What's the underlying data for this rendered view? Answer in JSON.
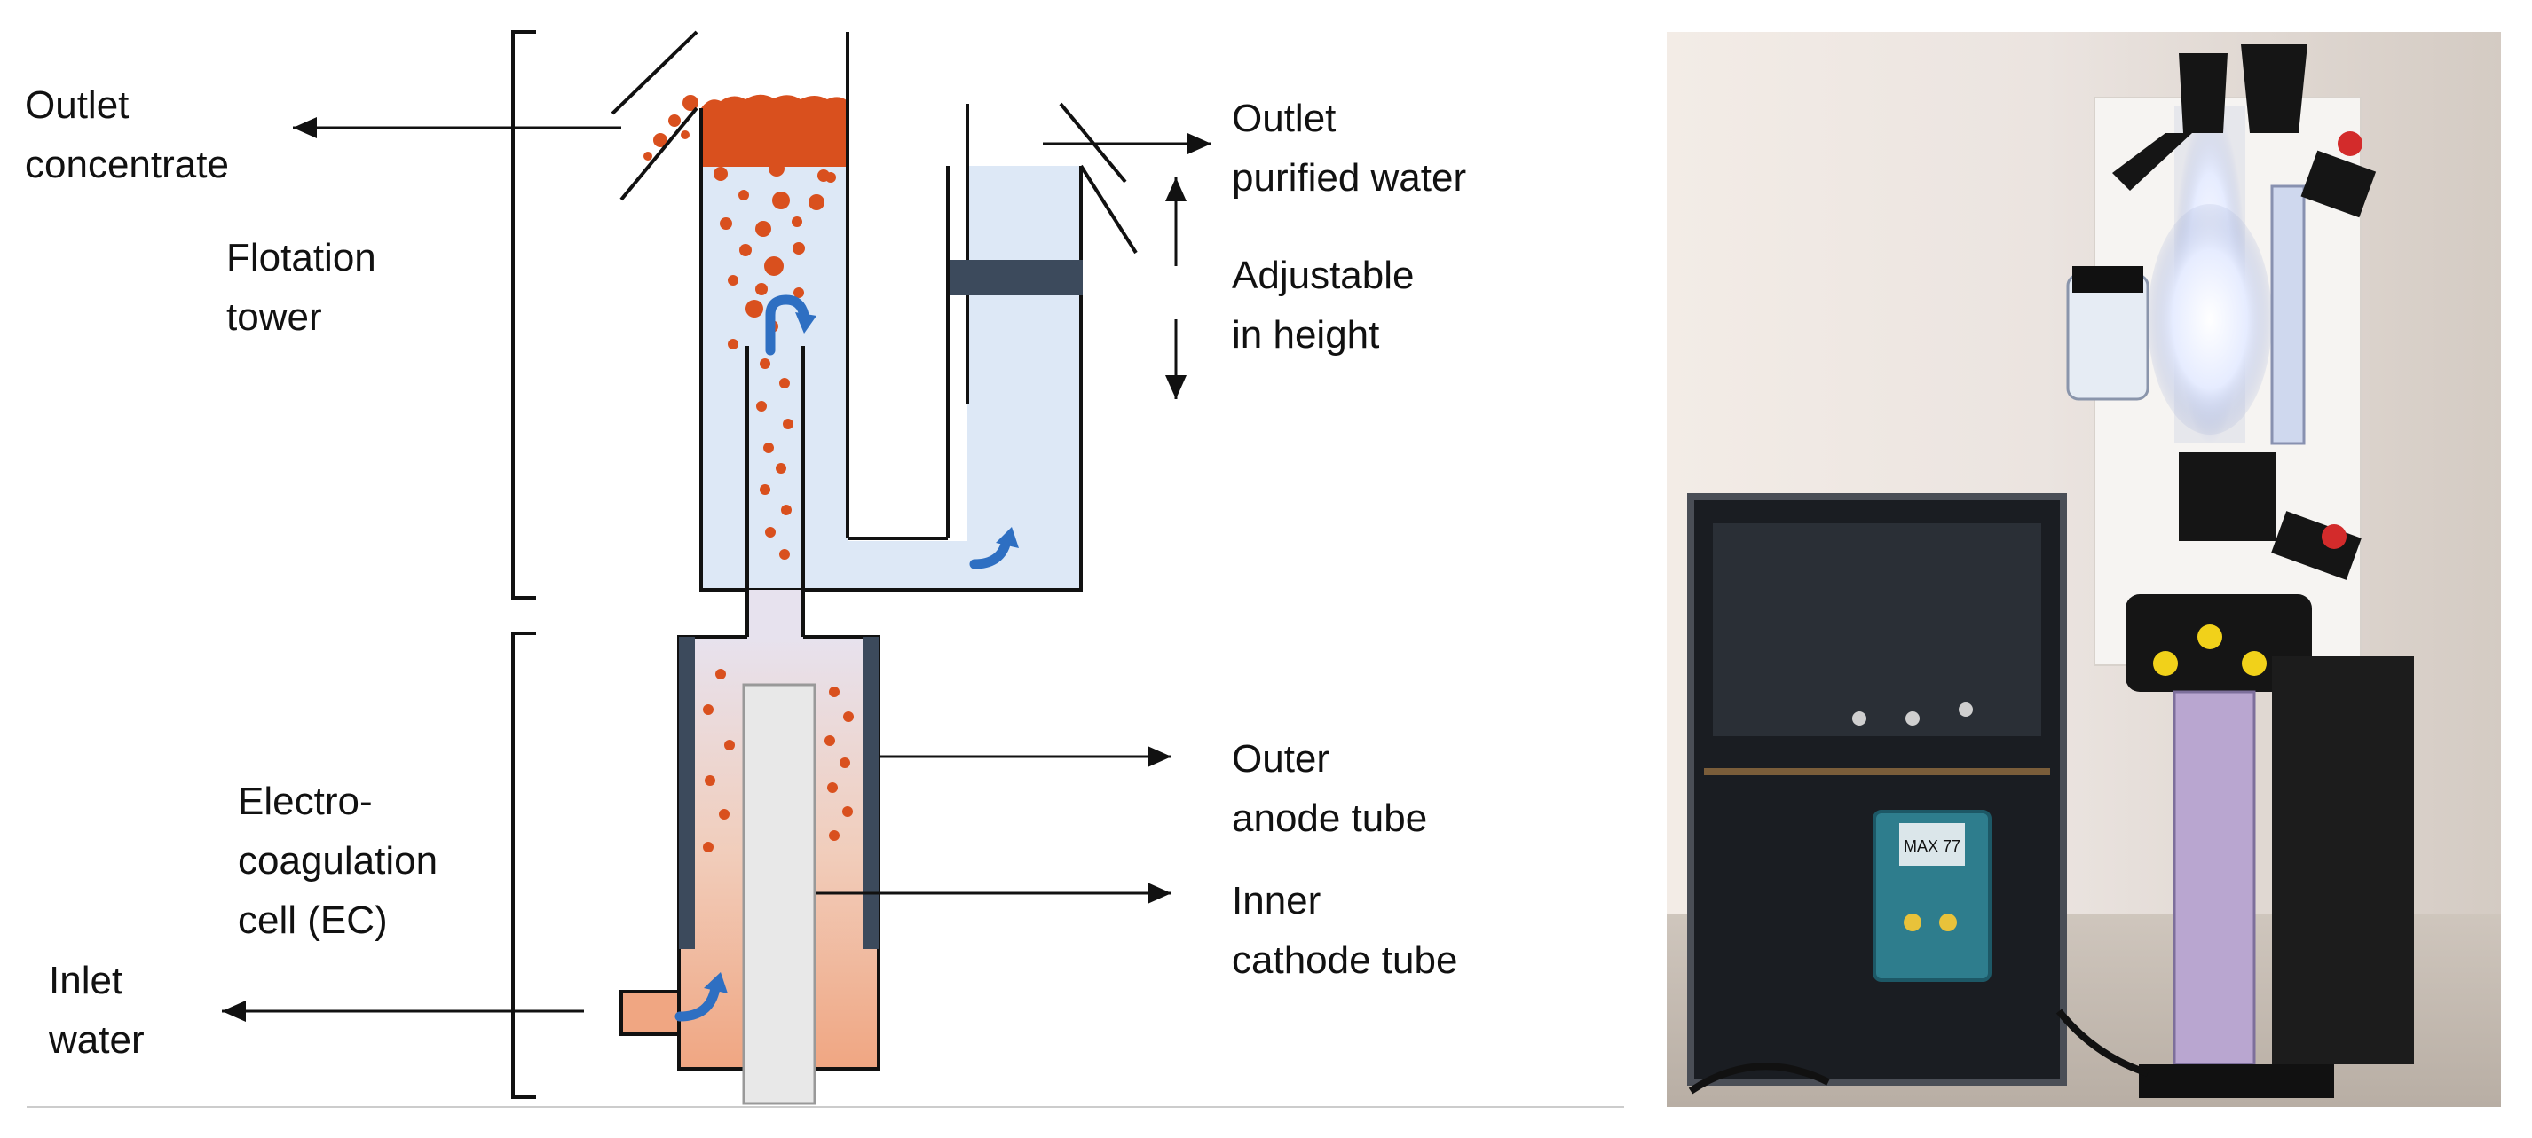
{
  "labels": {
    "outlet_concentrate": [
      "Outlet",
      "concentrate"
    ],
    "flotation_tower": [
      "Flotation",
      "tower"
    ],
    "outlet_purified": [
      "Outlet",
      "purified water"
    ],
    "adjustable": [
      "Adjustable",
      "in height"
    ],
    "outer_anode": [
      "Outer",
      "anode tube"
    ],
    "inner_cathode": [
      "Inner",
      "cathode tube"
    ],
    "ec_cell": [
      "Electro-",
      "coagulation",
      "cell (EC)"
    ],
    "inlet_water": [
      "Inlet",
      "water"
    ]
  },
  "colors": {
    "water": "#dde8f6",
    "concentrate": "#d9501e",
    "bubble": "#d9501e",
    "flow_arrow": "#2e6fc2",
    "wall": "#3c4a5c",
    "ink": "#111111"
  },
  "photo": {
    "device_screen": "MAX 77"
  }
}
